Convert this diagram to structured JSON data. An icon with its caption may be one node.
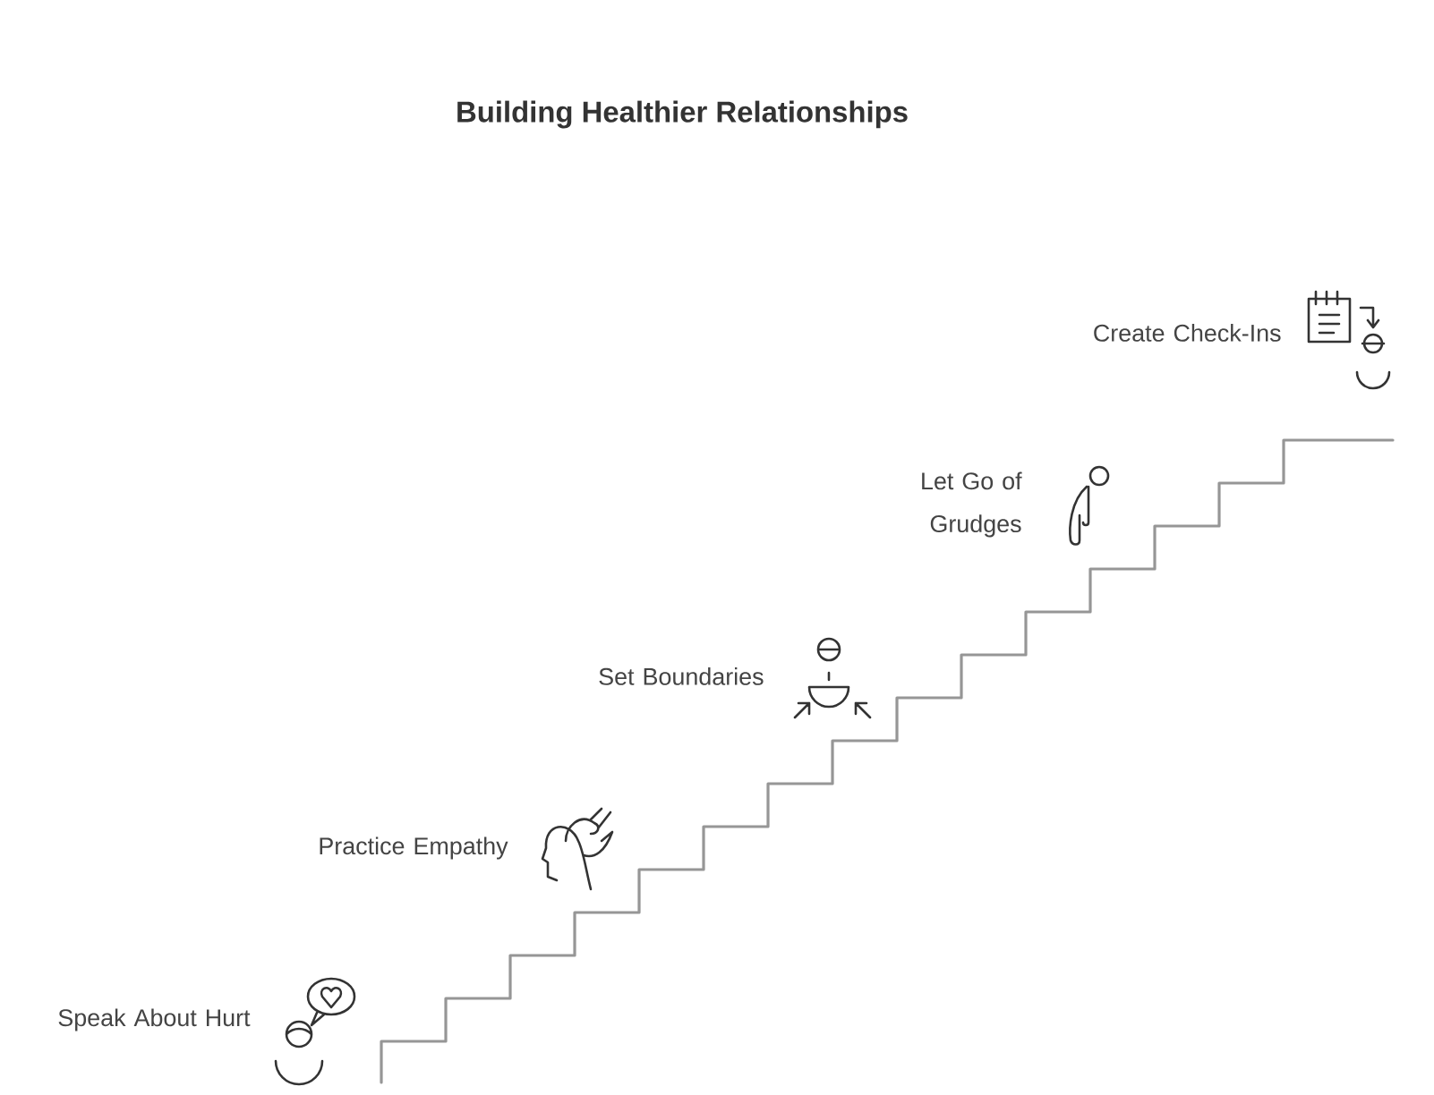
{
  "diagram": {
    "title": "Building Healthier Relationships",
    "labels": [
      "Create Check-Ins",
      "Let Go of Grudges",
      "Set Boundaries",
      "Practice Empathy",
      "Speak About Hurt"
    ]
  }
}
